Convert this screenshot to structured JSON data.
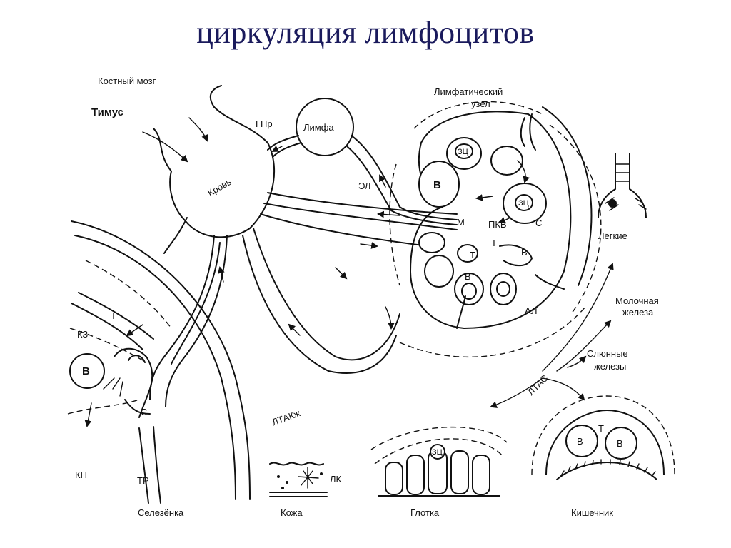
{
  "title": "циркуляция лимфоцитов",
  "labels": {
    "bone_marrow": "Костный мозг",
    "thymus": "Тимус",
    "blood": "Кровь",
    "gpr": "ГПр",
    "lymph": "Лимфа",
    "el": "ЭЛ",
    "lymph_node_1": "Лимфатический",
    "lymph_node_2": "узел",
    "zc": "ЗЦ",
    "b": "В",
    "t": "Т",
    "m": "М",
    "pkv": "ПКВ",
    "c": "С",
    "al": "АЛ",
    "lungs": "Лёгкие",
    "mammary_1": "Молочная",
    "mammary_2": "железа",
    "salivary_1": "Слюнные",
    "salivary_2": "железы",
    "ltas": "ЛТАС",
    "ltakzh": "ЛТАКж",
    "kz": "КЗ",
    "kp": "КП",
    "tr": "ТР",
    "lk": "ЛК",
    "spleen": "Селезёнка",
    "skin": "Кожа",
    "pharynx": "Глотка",
    "intestine": "Кишечник"
  }
}
